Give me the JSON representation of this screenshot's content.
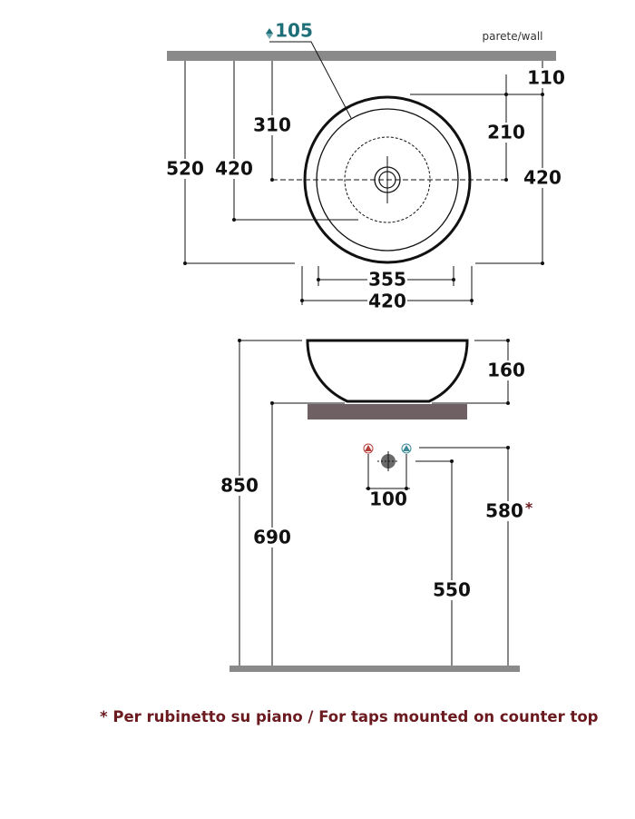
{
  "top_view": {
    "wall_label": "parete/wall",
    "overflow_height": "105",
    "dims": {
      "wall_to_front": "520",
      "wall_to_inner": "420",
      "wall_to_drain": "310",
      "wall_offset": "110",
      "rim_to_drain": "210",
      "overall_depth": "420",
      "inner_width": "355",
      "overall_width": "420"
    }
  },
  "side_view": {
    "dims": {
      "total_height": "850",
      "bowl_height": "160",
      "counter_height": "690",
      "tap_spacing": "100",
      "tap_height": "580",
      "tap_height_mark": "*",
      "drain_height": "550"
    }
  },
  "footnote": "* Per rubinetto su piano / For taps mounted on counter top",
  "colors": {
    "accent": "#1f6f78",
    "note": "#6b1a1f",
    "wall": "#8a8a8a",
    "counter": "#6e6063",
    "hot": "#b5403a",
    "cold": "#3a8a98"
  }
}
